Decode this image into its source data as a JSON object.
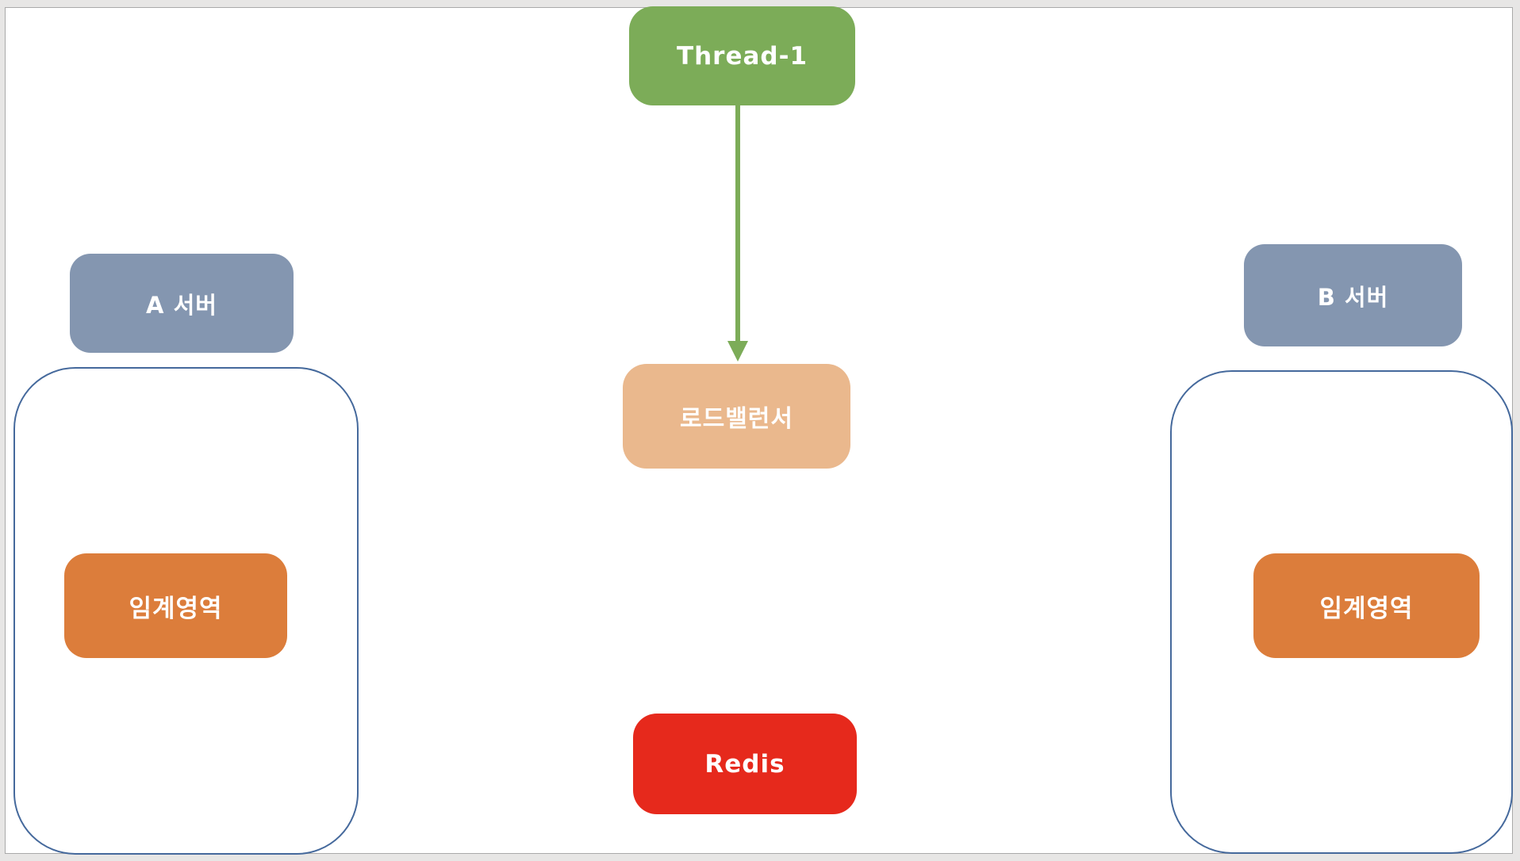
{
  "diagram": {
    "title_hint": "thread to load-balancer to redis with two servers holding critical sections",
    "nodes": {
      "thread": {
        "label": "Thread-1",
        "color": "#7cac58",
        "text_color": "#ffffff"
      },
      "load_balancer": {
        "label": "로드밸런서",
        "color": "#eab88d",
        "text_color": "#ffffff"
      },
      "redis": {
        "label": "Redis",
        "color": "#e6291c",
        "text_color": "#ffffff"
      },
      "server_a": {
        "label": "A 서버",
        "color": "#8496b0",
        "text_color": "#ffffff"
      },
      "server_b": {
        "label": "B 서버",
        "color": "#8496b0",
        "text_color": "#ffffff"
      },
      "critical_a": {
        "label": "임계영역",
        "color": "#dc7d3b",
        "text_color": "#ffffff"
      },
      "critical_b": {
        "label": "임계영역",
        "color": "#dc7d3b",
        "text_color": "#ffffff"
      }
    },
    "containers": {
      "server_a_region": {
        "border_color": "#45699c",
        "fill": "none"
      },
      "server_b_region": {
        "border_color": "#45699c",
        "fill": "none"
      }
    },
    "connectors": [
      {
        "from": "thread",
        "to": "load_balancer",
        "type": "straight-arrow-down",
        "color": "#7cac58"
      }
    ],
    "page": {
      "slide_background": "#ffffff",
      "outer_background": "#e7e6e5",
      "slide_border_color": "#a9a9a9"
    }
  }
}
